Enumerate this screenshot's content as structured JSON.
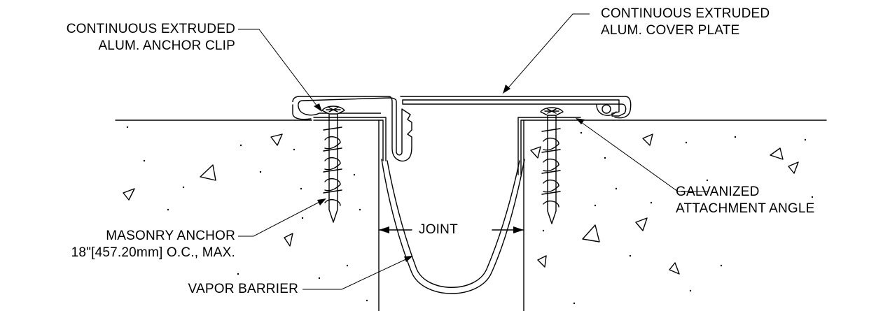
{
  "labels": {
    "anchor_clip": [
      "CONTINUOUS EXTRUDED",
      "ALUM. ANCHOR CLIP"
    ],
    "cover_plate": [
      "CONTINUOUS EXTRUDED",
      "ALUM. COVER PLATE"
    ],
    "attachment_angle": [
      "GALVANIZED",
      "ATTACHMENT ANGLE"
    ],
    "masonry_anchor": [
      "MASONRY ANCHOR",
      "18\"[457.20mm] O.C., MAX."
    ],
    "joint": "JOINT",
    "vapor_barrier": "VAPOR BARRIER"
  },
  "colors": {
    "line": "#000000",
    "background": "#ffffff"
  }
}
